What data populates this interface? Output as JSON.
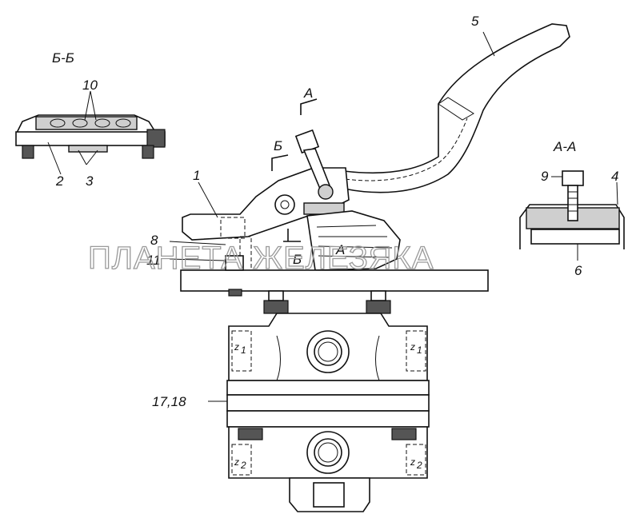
{
  "labels": {
    "l1": "1",
    "l2": "2",
    "l3": "3",
    "l4": "4",
    "l5": "5",
    "l6": "6",
    "l6b": "6",
    "l8": "8",
    "l9": "9",
    "l10": "10",
    "l11": "11",
    "l17": "17,18"
  },
  "sections": {
    "bb_title": "Б-Б",
    "aa_title": "А-А",
    "cut_a_top": "А",
    "cut_b_top": "Б",
    "cut_b_bottom": "Б",
    "cut_a_bottom": "А"
  },
  "z_marks": {
    "z1_left": "z",
    "z1_right": "z",
    "z2_left": "z",
    "z2_right": "z",
    "sub1": "1",
    "sub2": "2"
  },
  "watermark": "ПЛАНЕТА ЖЕЛЕЗЯКА"
}
